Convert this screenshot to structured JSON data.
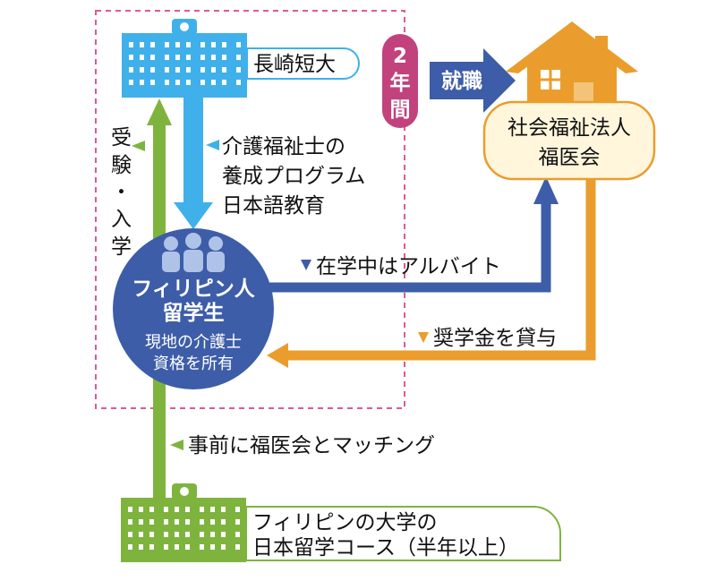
{
  "colors": {
    "blue_building": "#3FB0EA",
    "dark_blue": "#3D5DA8",
    "green": "#7EB43E",
    "orange": "#EA9D2C",
    "pink": "#C2427D",
    "dashed_border": "#E0579A",
    "cream": "#FFF6DC",
    "person_icon": "#AFC3E8"
  },
  "icons": {
    "nagasaki_college": "school-building-icon",
    "philippine_university": "school-building-icon",
    "welfare_corporation": "house-icon",
    "students": "people-group-icon"
  },
  "nodes": {
    "college": "長崎短大",
    "period": [
      "2",
      "年",
      "間"
    ],
    "employment": "就職",
    "corporation": [
      "社会福祉法人",
      "福医会"
    ],
    "student_title": [
      "フィリピン人",
      "留学生"
    ],
    "student_desc": [
      "現地の介護士",
      "資格を所有"
    ],
    "philippine_university": [
      "フィリピンの大学の",
      "日本留学コース（半年以上）"
    ]
  },
  "edges": {
    "program": [
      "介護福祉士の",
      "養成プログラム",
      "日本語教育"
    ],
    "entrance": [
      "受",
      "験",
      "・",
      "入",
      "学"
    ],
    "parttime": "在学中はアルバイト",
    "scholarship": "奨学金を貸与",
    "matching": "事前に福医会とマッチング"
  }
}
